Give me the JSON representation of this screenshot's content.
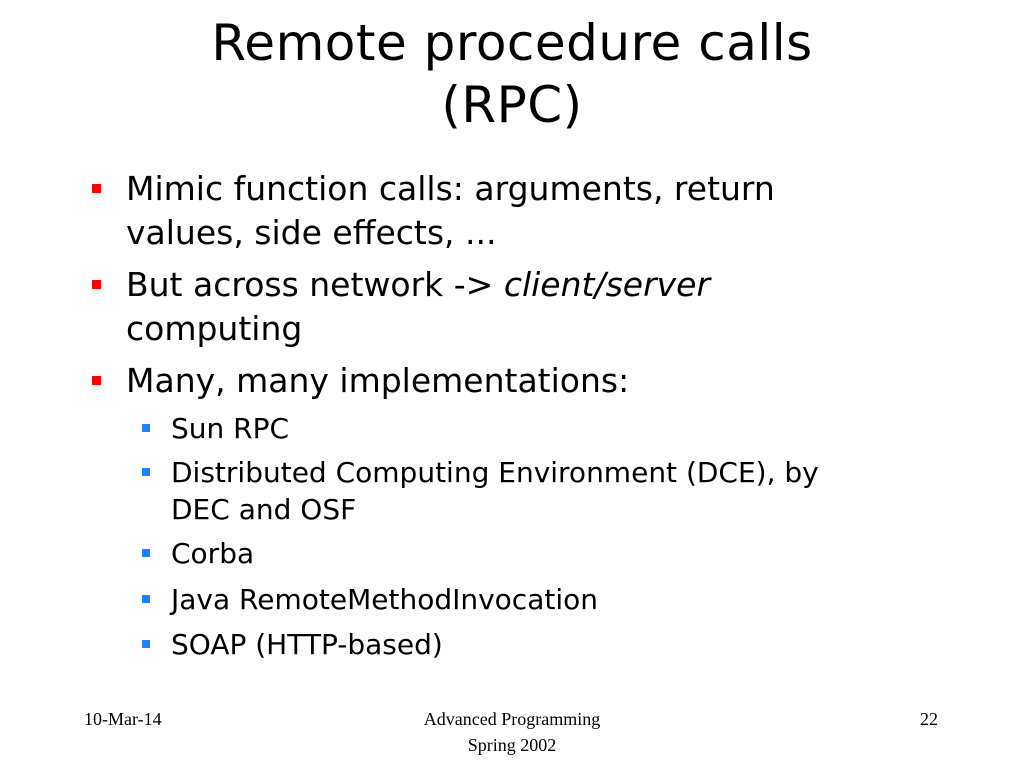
{
  "title": {
    "line1": "Remote procedure calls",
    "line2": "(RPC)"
  },
  "bullets": [
    {
      "line1": "Mimic function calls: arguments, return",
      "line2": "values, side effects, ..."
    },
    {
      "line1_prefix": "But across network -> ",
      "line1_em": "client/server",
      "line2_em": "computing"
    },
    {
      "line1": "Many, many implementations:"
    }
  ],
  "sub_bullets": [
    {
      "line1": "Sun RPC"
    },
    {
      "line1": "Distributed Computing Environment (DCE), by",
      "line2": "DEC and OSF"
    },
    {
      "line1": "Corba"
    },
    {
      "line1": "Java RemoteMethodInvocation"
    },
    {
      "line1": "SOAP (HTTP-based)"
    }
  ],
  "footer": {
    "date": "10-Mar-14",
    "course_line1": "Advanced Programming",
    "course_line2": "Spring 2002",
    "page_number": "22"
  },
  "colors": {
    "level1_bullet": "#ff0000",
    "level2_bullet": "#1f7fff",
    "text": "#000000",
    "background": "#ffffff"
  }
}
